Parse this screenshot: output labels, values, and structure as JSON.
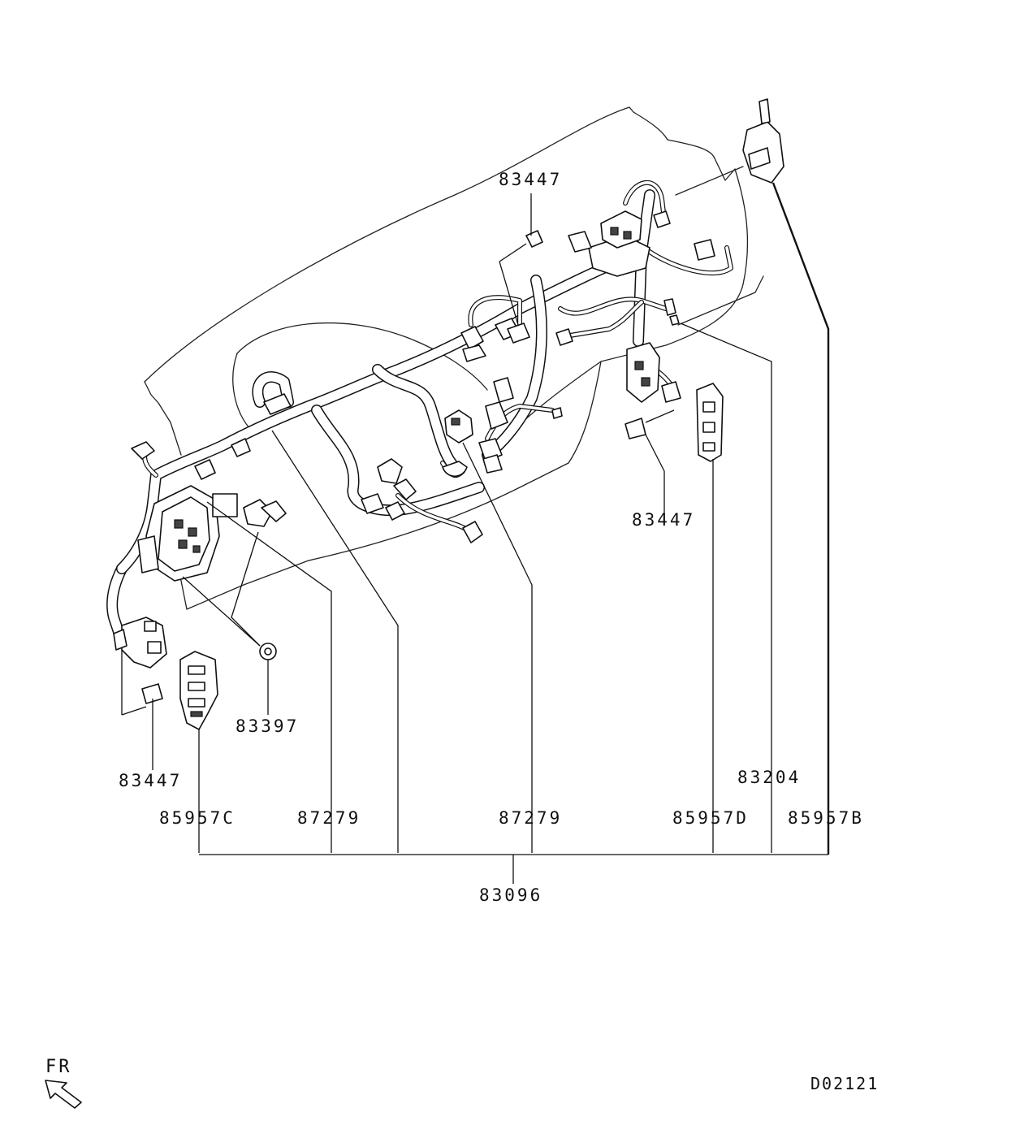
{
  "labels": {
    "clip_top": "83447",
    "clip_right": "83447",
    "clip_left": "83447",
    "grommet": "83397",
    "bracket_c": "85957C",
    "relay_left": "87279",
    "relay_right": "87279",
    "bracket_d": "85957D",
    "bracket_b": "85957B",
    "sensor": "83204",
    "harness": "83096"
  },
  "orientation": {
    "text": "FR",
    "icon": "front-direction-arrow-icon"
  },
  "diagram_code": "D02121"
}
